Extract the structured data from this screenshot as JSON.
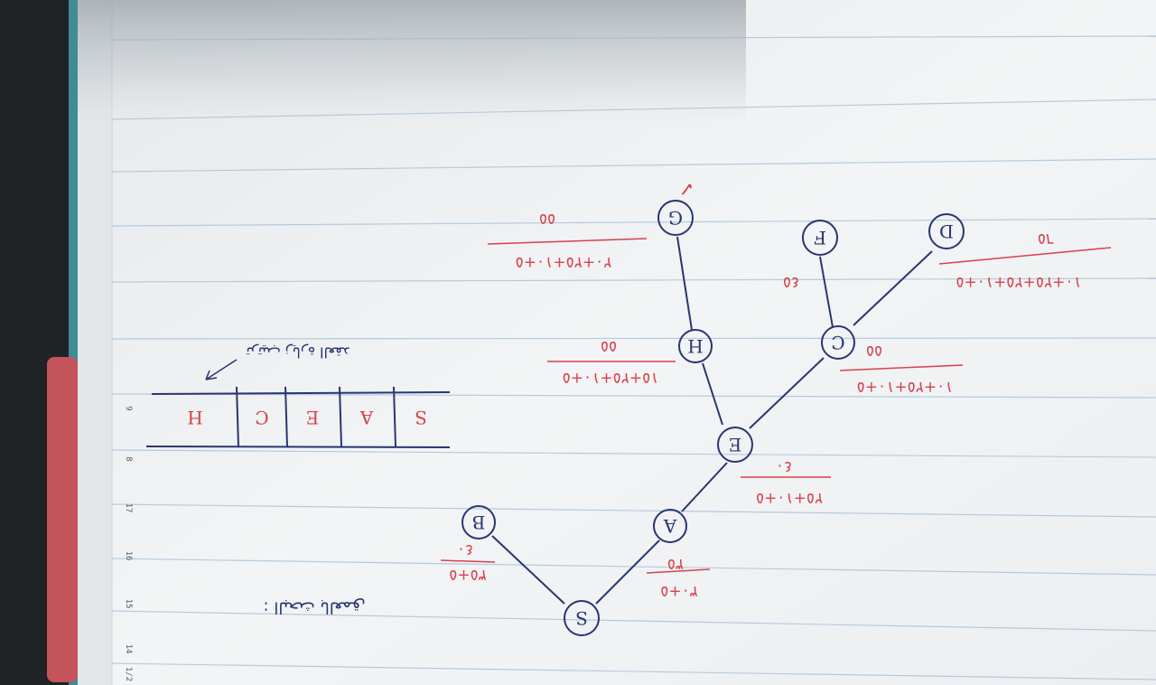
{
  "colors": {
    "ink_blue": "#2a3570",
    "ink_red": "#d8414b",
    "paper": "#eef1f3",
    "rule_line": "#aac4dc",
    "red_tab": "#c4545c",
    "teal_edge": "#3f8c96",
    "desk": "#1f2326"
  },
  "tree": {
    "nodes": [
      {
        "id": "S",
        "label": "S"
      },
      {
        "id": "B",
        "label": "B"
      },
      {
        "id": "A",
        "label": "A"
      },
      {
        "id": "E",
        "label": "E"
      },
      {
        "id": "H",
        "label": "H"
      },
      {
        "id": "G",
        "label": "G"
      },
      {
        "id": "C",
        "label": "C"
      },
      {
        "id": "F",
        "label": "F"
      },
      {
        "id": "D",
        "label": "D"
      }
    ],
    "edges": [
      [
        "S",
        "B"
      ],
      [
        "S",
        "A"
      ],
      [
        "A",
        "E"
      ],
      [
        "E",
        "H"
      ],
      [
        "H",
        "G"
      ],
      [
        "E",
        "C"
      ],
      [
        "C",
        "F"
      ],
      [
        "C",
        "D"
      ]
    ]
  },
  "annotations": {
    "goal_mark": "✓",
    "b_top": "٤٠",
    "b_bottom": "٥+٣٥",
    "a_top": "٣٥",
    "a_bottom": "٥+٣٠",
    "e_top": "٤٠",
    "e_bottom": "٥+١٠+٢٥",
    "h_top": "٥٥",
    "h_bottom": "٥+١٠+٢٥+١٥",
    "g_top": "٥٥",
    "g_bottom": "٥+١٠+٢٥+٢٠",
    "c_top": "٥٥",
    "c_bottom": "٥+١٠+٢٥+١٠",
    "f_side": "٤٥",
    "d_top": "٦٥",
    "d_bottom": "٥+١٠+٢٥+٢٥+١٠"
  },
  "sequence": {
    "cells": [
      "S",
      "A",
      "E",
      "C",
      "H"
    ],
    "caption": "ترتيب زيارة العقد"
  },
  "heading": "البحث بالعمق :",
  "ruler_numbers": [
    "9",
    "8",
    "17",
    "16",
    "15",
    "14",
    "1/2"
  ]
}
